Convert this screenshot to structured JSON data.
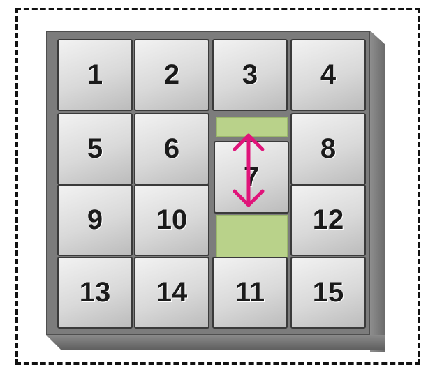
{
  "puzzle": {
    "tiles": [
      {
        "label": "1",
        "row": 0,
        "col": 0
      },
      {
        "label": "2",
        "row": 0,
        "col": 1
      },
      {
        "label": "3",
        "row": 0,
        "col": 2
      },
      {
        "label": "4",
        "row": 0,
        "col": 3
      },
      {
        "label": "5",
        "row": 1,
        "col": 0
      },
      {
        "label": "6",
        "row": 1,
        "col": 1
      },
      {
        "label": "7",
        "row": 1,
        "col": 2
      },
      {
        "label": "8",
        "row": 1,
        "col": 3
      },
      {
        "label": "9",
        "row": 2,
        "col": 0
      },
      {
        "label": "10",
        "row": 2,
        "col": 1
      },
      {
        "label": "12",
        "row": 2,
        "col": 3
      },
      {
        "label": "13",
        "row": 3,
        "col": 0
      },
      {
        "label": "14",
        "row": 3,
        "col": 1
      },
      {
        "label": "11",
        "row": 3,
        "col": 2
      },
      {
        "label": "15",
        "row": 3,
        "col": 3
      }
    ],
    "empty_cell": {
      "row": 2,
      "col": 2
    },
    "moving_tile": "7",
    "highlight_color": "#b9d28a",
    "arrow_color": "#e0147a",
    "arrow_direction": "up-down"
  }
}
